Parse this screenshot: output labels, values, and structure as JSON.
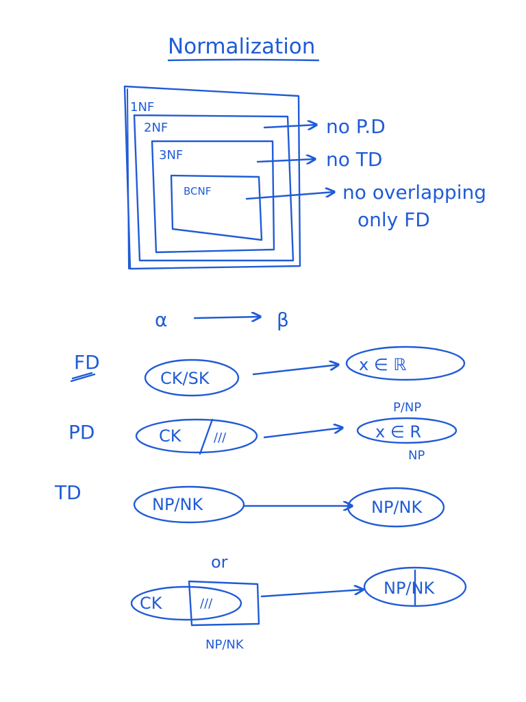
{
  "title": "Normalization",
  "nesting": {
    "levels": [
      "1NF",
      "2NF",
      "3NF",
      "BCNF"
    ],
    "annotations": [
      "no P.D",
      "no TD",
      "no overlapping",
      "only FD"
    ]
  },
  "notation": {
    "alpha": "α",
    "beta": "β"
  },
  "dependencies": [
    {
      "name": "FD",
      "left": "CK/SK",
      "right": "x ∈ ℝ",
      "extra": []
    },
    {
      "name": "PD",
      "left": "CK",
      "left_part": "///",
      "right": "x ∈ R",
      "extra": [
        "P/NP",
        "NP"
      ]
    },
    {
      "name": "TD",
      "left": "NP/NK",
      "right": "NP/NK",
      "extra": []
    }
  ],
  "or_case": {
    "label": "or",
    "left": "CK",
    "left_part": "///",
    "below": "NP/NK",
    "right": "NP/NK"
  }
}
